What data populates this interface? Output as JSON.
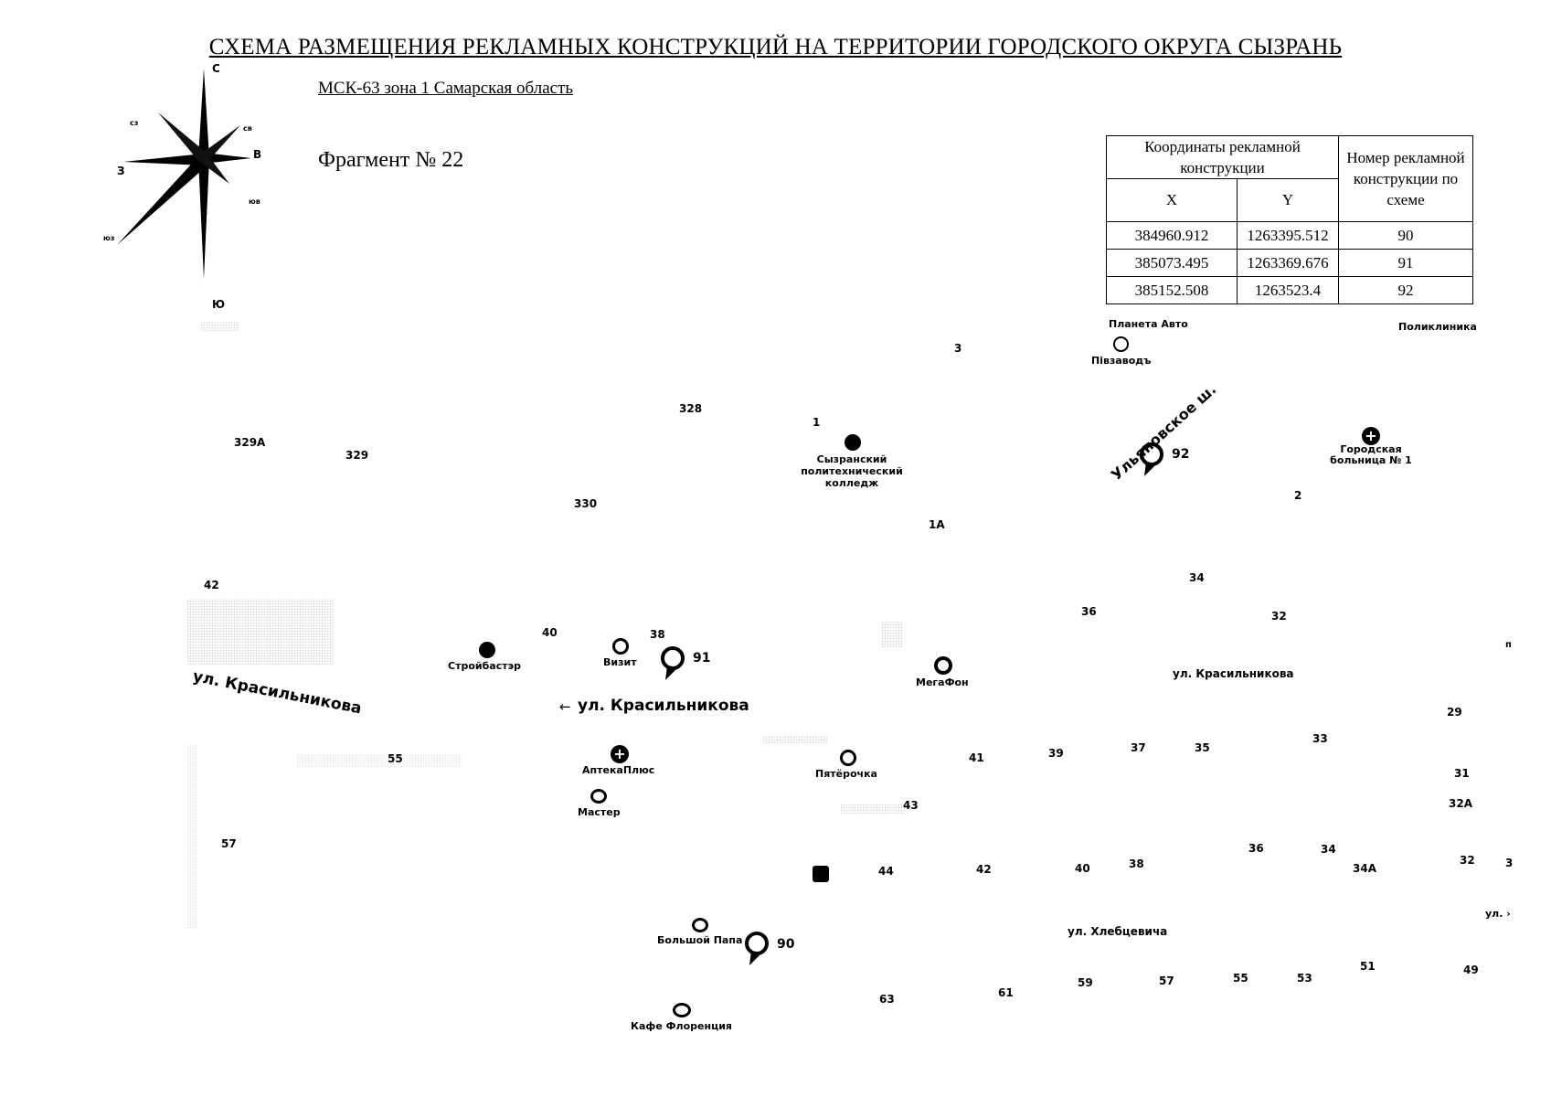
{
  "title": "СХЕМА РАЗМЕЩЕНИЯ РЕКЛАМНЫХ КОНСТРУКЦИЙ НА ТЕРРИТОРИИ ГОРОДСКОГО ОКРУГА СЫЗРАНЬ",
  "subtitle": "МСК-63 зона 1 Самарская область",
  "fragment": "Фрагмент № 22",
  "compass": {
    "n": "С",
    "s": "Ю",
    "w": "З",
    "e": "В",
    "nw": "сз",
    "ne": "св",
    "sw": "юз",
    "se": "юв"
  },
  "table": {
    "header_coords": "Координаты рекламной конструкции",
    "header_number": "Номер рекламной конструкции по схеме",
    "col_x": "X",
    "col_y": "Y",
    "rows": [
      {
        "x": "384960.912",
        "y": "1263395.512",
        "n": "90"
      },
      {
        "x": "385073.495",
        "y": "1263369.676",
        "n": "91"
      },
      {
        "x": "385152.508",
        "y": "1263523.4",
        "n": "92"
      }
    ]
  },
  "streets": {
    "krasilnikova_left": "ул. Красильникова",
    "krasilnikova_main": "ул. Красильникова",
    "krasilnikova_right": "ул. Красильникова",
    "ulyanovskoe": "Ульяновское ш.",
    "hlebcevicha": "ул. Хлебцевича",
    "edge": "ул. ›"
  },
  "pois": {
    "planeta_avto": "Планета Авто",
    "pivzavod": "Півзаводъ",
    "poliklinika": "Поликлиника",
    "college": "Сызранский политехнический колледж",
    "hospital": "Городская больница № 1",
    "stroybaster": "Стройбастэр",
    "vizit": "Визит",
    "megafon": "МегаФон",
    "apteka": "АптекаПлюс",
    "pyaterochka": "Пятёрочка",
    "master": "Мастер",
    "bolshoy_papa": "Большой Папа",
    "kafe": "Кафе Флоренция"
  },
  "pins": {
    "p90": "90",
    "p91": "91",
    "p92": "92"
  },
  "house_numbers": {
    "h3a": "3",
    "h328": "328",
    "h1": "1",
    "h329a": "329А",
    "h329": "329",
    "h330": "330",
    "h1a": "1А",
    "h2": "2",
    "h34a": "34",
    "h42": "42",
    "h40a": "40",
    "h38a": "38",
    "h36a": "36",
    "h32a": "32",
    "hn": "п",
    "h29": "29",
    "h55a": "55",
    "h41": "41",
    "h39": "39",
    "h37": "37",
    "h35": "35",
    "h33": "33",
    "h31": "31",
    "h32b": "32А",
    "h43": "43",
    "h57a": "57",
    "h36b": "36",
    "h34b": "34",
    "h44": "44",
    "h42b": "42",
    "h40b": "40",
    "h38b": "38",
    "h34c": "34А",
    "h32c": "32",
    "h3b": "3",
    "h51": "51",
    "h49": "49",
    "h63": "63",
    "h61": "61",
    "h59": "59",
    "h57b": "57",
    "h55b": "55",
    "h53": "53"
  }
}
